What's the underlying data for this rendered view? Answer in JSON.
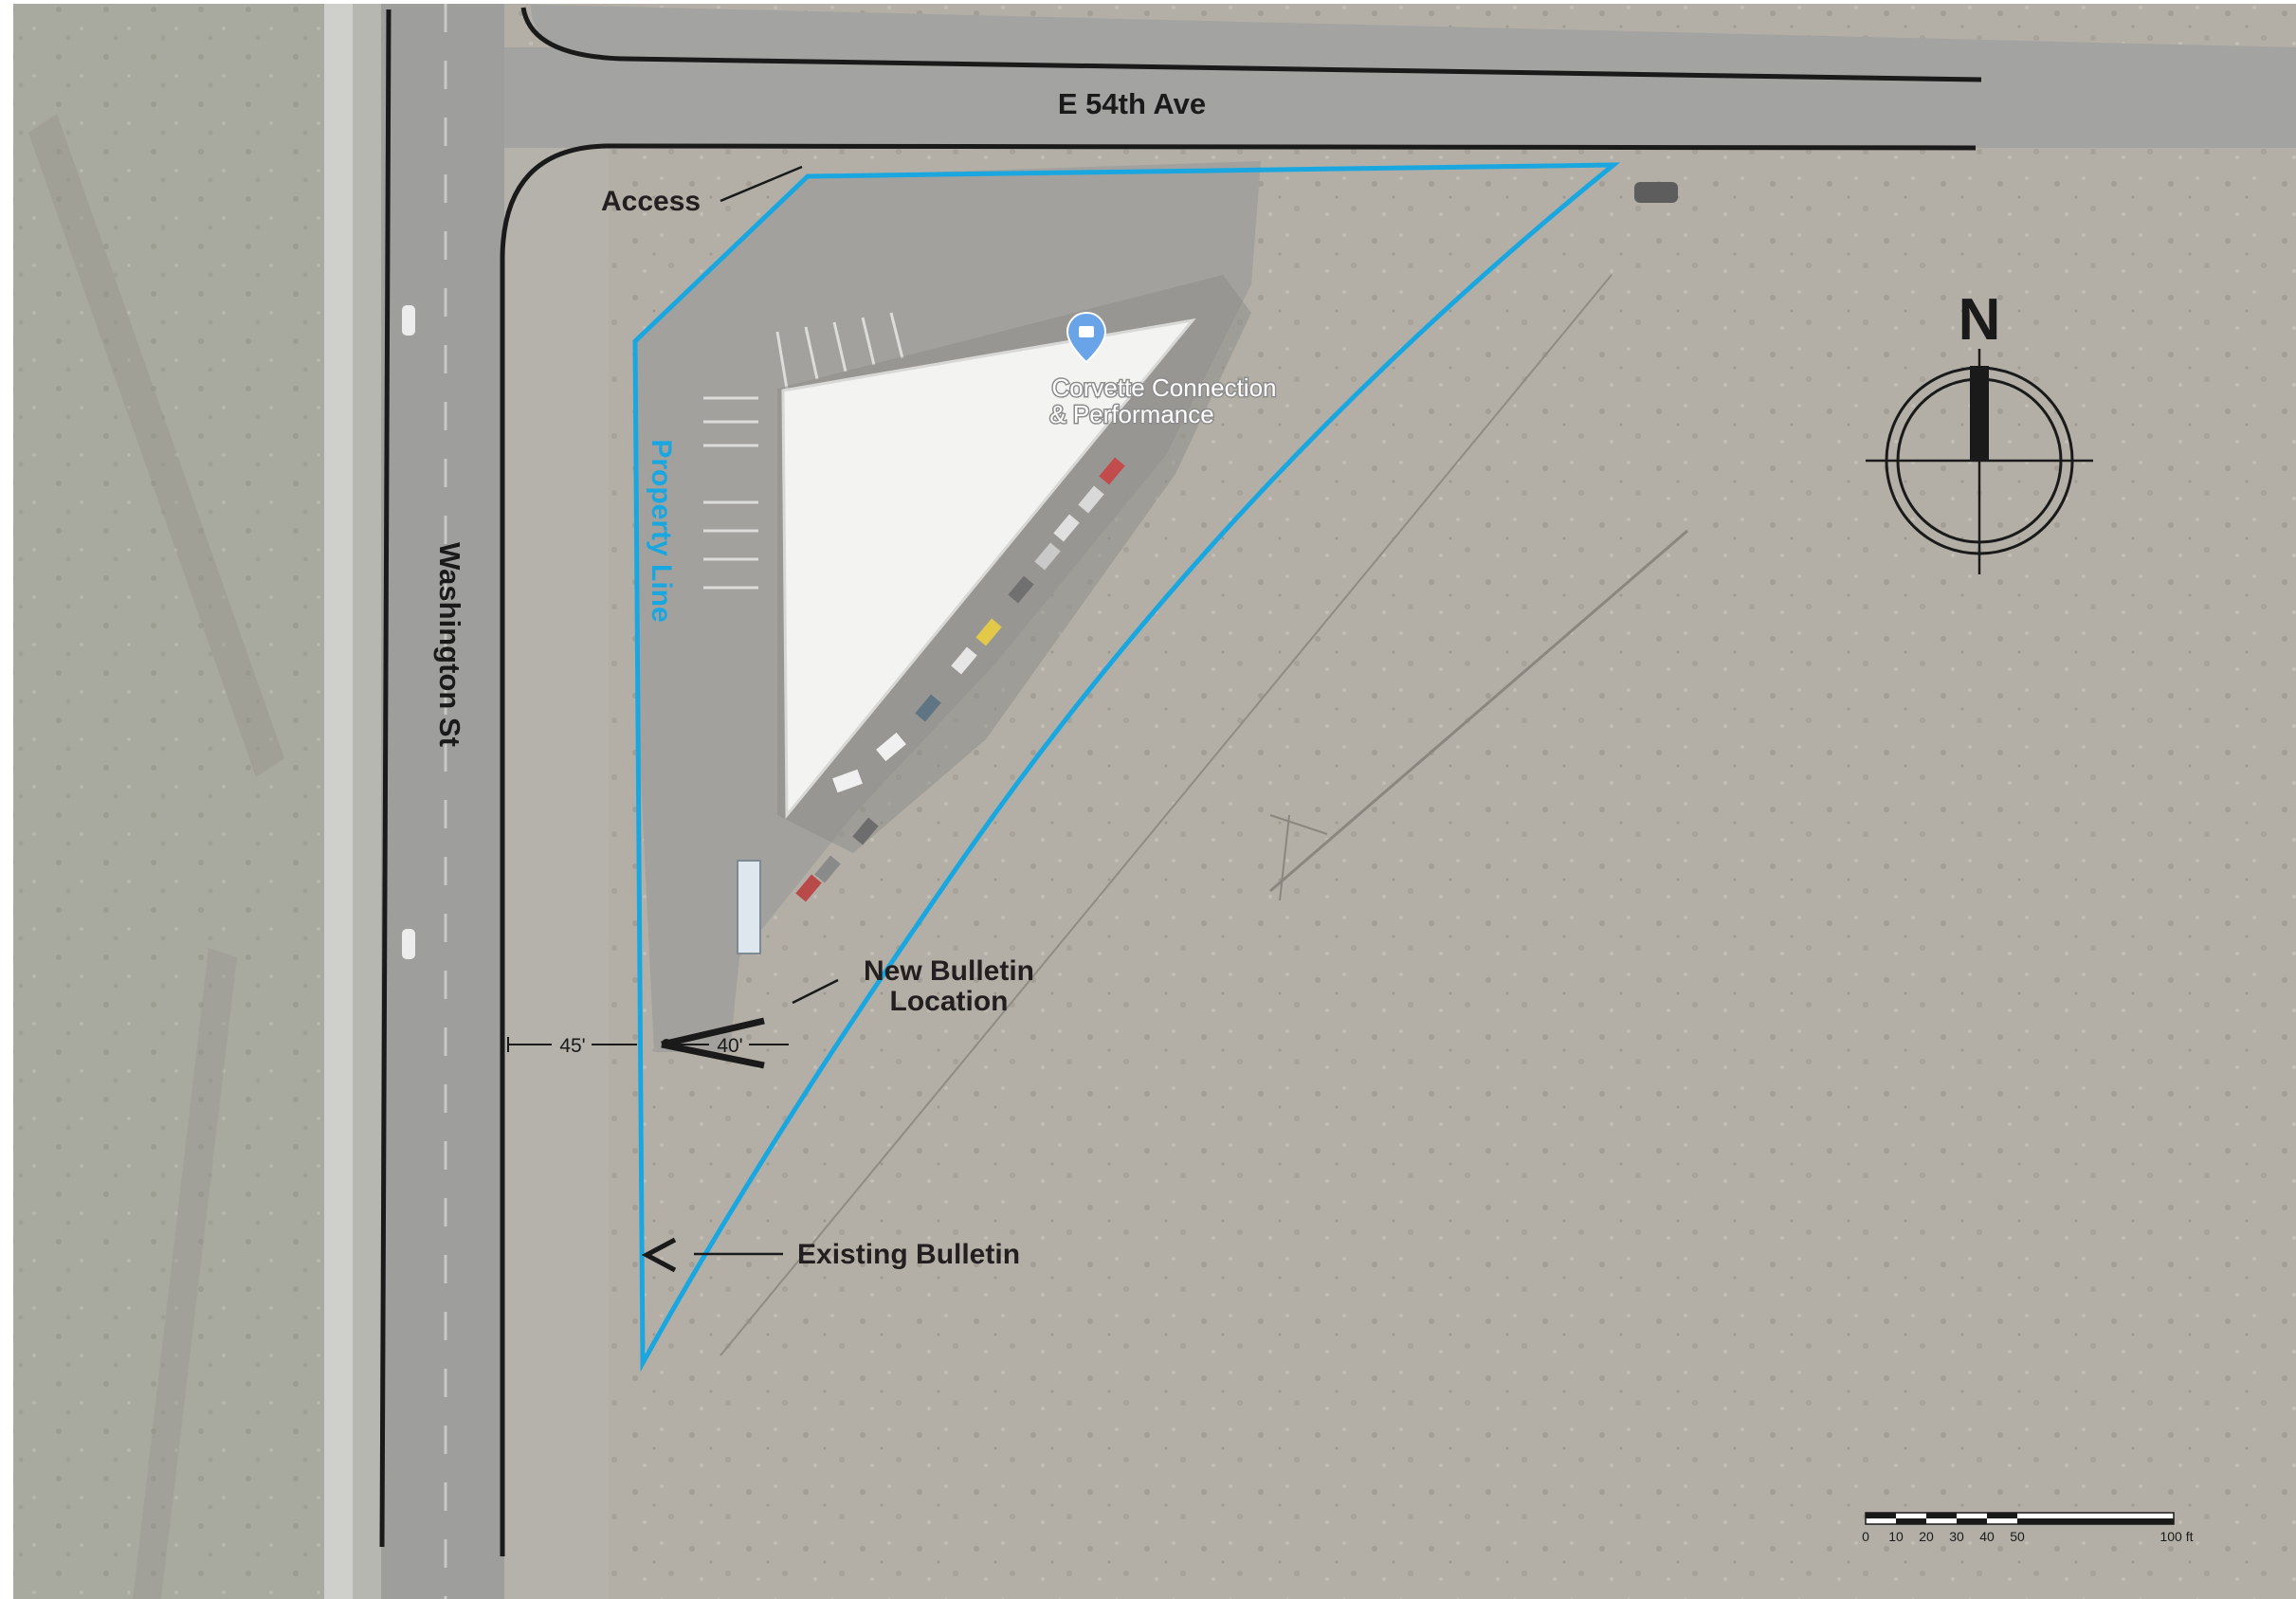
{
  "colors": {
    "property_line": "#1aa7e0",
    "road_line": "#1a1a1a",
    "ground": "#b0aca3",
    "asphalt": "#a8a7a5",
    "roof": "#f2f2f2"
  },
  "roads": {
    "east_west": "E 54th Ave",
    "north_south": "Washington St"
  },
  "business": {
    "name_line1": "Corvette Connection",
    "name_line2": "& Performance",
    "icon": "map-pin-icon"
  },
  "callouts": {
    "access": "Access",
    "property_line": "Property Line",
    "new_bulletin_line1": "New Bulletin",
    "new_bulletin_line2": "Location",
    "existing_bulletin": "Existing Bulletin"
  },
  "dimensions": {
    "left": "45'",
    "right": "40'"
  },
  "north_arrow": {
    "letter": "N"
  },
  "scale_bar": {
    "labels": [
      "0",
      "10",
      "20",
      "30",
      "40",
      "50",
      "100 ft"
    ]
  }
}
